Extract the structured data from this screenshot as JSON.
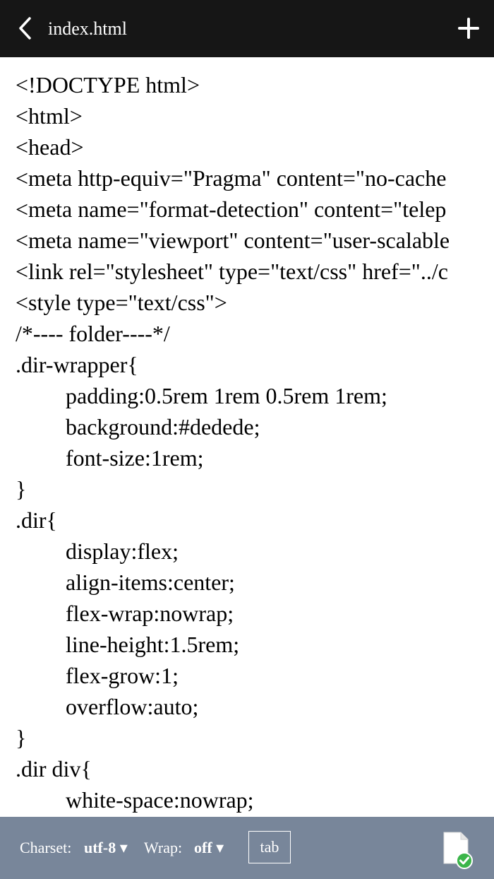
{
  "header": {
    "title": "index.html"
  },
  "code": {
    "lines": [
      {
        "text": "<!DOCTYPE html>",
        "indent": false
      },
      {
        "text": "<html>",
        "indent": false
      },
      {
        "text": "<head>",
        "indent": false
      },
      {
        "text": "<meta http-equiv=\"Pragma\" content=\"no-cache",
        "indent": false
      },
      {
        "text": "<meta name=\"format-detection\" content=\"telep",
        "indent": false
      },
      {
        "text": "<meta name=\"viewport\" content=\"user-scalable",
        "indent": false
      },
      {
        "text": "<link rel=\"stylesheet\" type=\"text/css\" href=\"../c",
        "indent": false
      },
      {
        "text": "<style type=\"text/css\">",
        "indent": false
      },
      {
        "text": "/*---- folder----*/",
        "indent": false
      },
      {
        "text": ".dir-wrapper{",
        "indent": false
      },
      {
        "text": "padding:0.5rem 1rem 0.5rem 1rem;",
        "indent": true
      },
      {
        "text": "background:#dedede;",
        "indent": true
      },
      {
        "text": "font-size:1rem;",
        "indent": true
      },
      {
        "text": "}",
        "indent": false
      },
      {
        "text": ".dir{",
        "indent": false
      },
      {
        "text": "display:flex;",
        "indent": true
      },
      {
        "text": "align-items:center;",
        "indent": true
      },
      {
        "text": "flex-wrap:nowrap;",
        "indent": true
      },
      {
        "text": "line-height:1.5rem;",
        "indent": true
      },
      {
        "text": "flex-grow:1;",
        "indent": true
      },
      {
        "text": "overflow:auto;",
        "indent": true
      },
      {
        "text": "}",
        "indent": false
      },
      {
        "text": ".dir div{",
        "indent": false
      },
      {
        "text": "white-space:nowrap;",
        "indent": true
      }
    ]
  },
  "toolbar": {
    "charset_label": "Charset:",
    "charset_value": "utf-8 ▾",
    "wrap_label": "Wrap:",
    "wrap_value": "off ▾",
    "tab_label": "tab"
  },
  "icons": {
    "back": "chevron-left-icon",
    "add": "plus-icon",
    "save": "file-saved-check-icon"
  },
  "colors": {
    "header_bg": "#161616",
    "toolbar_bg": "#78869a",
    "check_green": "#3bb54a"
  }
}
